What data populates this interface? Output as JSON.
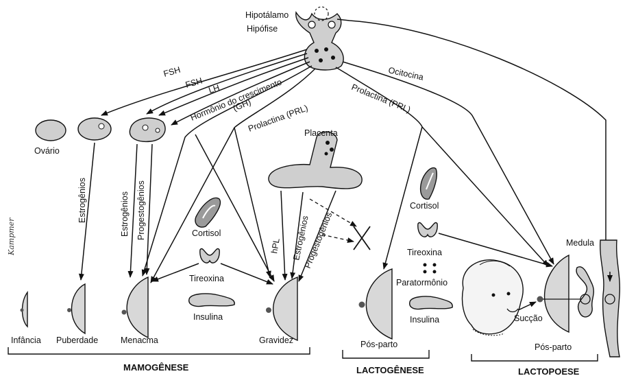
{
  "labels": {
    "hypothalamus": "Hipotálamo",
    "pituitary": "Hipófise",
    "fsh1": "FSH",
    "fsh2": "FSH",
    "lh": "LH",
    "gh": "Hormônio do crescimento",
    "gh_abbr": "(GH)",
    "prl_left": "Prolactina (PRL)",
    "prl_right": "Prolactina (PRL)",
    "oxytocin": "Ocitocina",
    "ovary": "Ovário",
    "placenta": "Placenta",
    "estrogens_puberty": "Estrogênios",
    "estrogens_menarche": "Estrogênios",
    "progestogens_menarche": "Progestogênios",
    "hpl": "hPL",
    "estrogens_placenta": "Estrogênios",
    "progestogens_placenta": "Progestogênios",
    "cortisol_left": "Cortisol",
    "thyroxine_left": "Tireoxina",
    "insulin_left": "Insulina",
    "cortisol_right": "Cortisol",
    "thyroxine_right": "Tireoxina",
    "parathormone": "Paratormônio",
    "insulin_right": "Insulina",
    "spinal_cord": "Medula",
    "suction": "Sucção"
  },
  "stages": {
    "infancy": "Infância",
    "puberty": "Puberdade",
    "menarche": "Menacma",
    "pregnancy": "Gravidez",
    "postpartum_lactogenesis": "Pós-parto",
    "postpartum_lactopoiesis": "Pós-parto"
  },
  "phases": {
    "mammogenesis": "MAMOGÊNESE",
    "lactogenesis": "LACTOGÊNESE",
    "lactopoiesis": "LACTOPOESE"
  },
  "signature": "Kampmer"
}
